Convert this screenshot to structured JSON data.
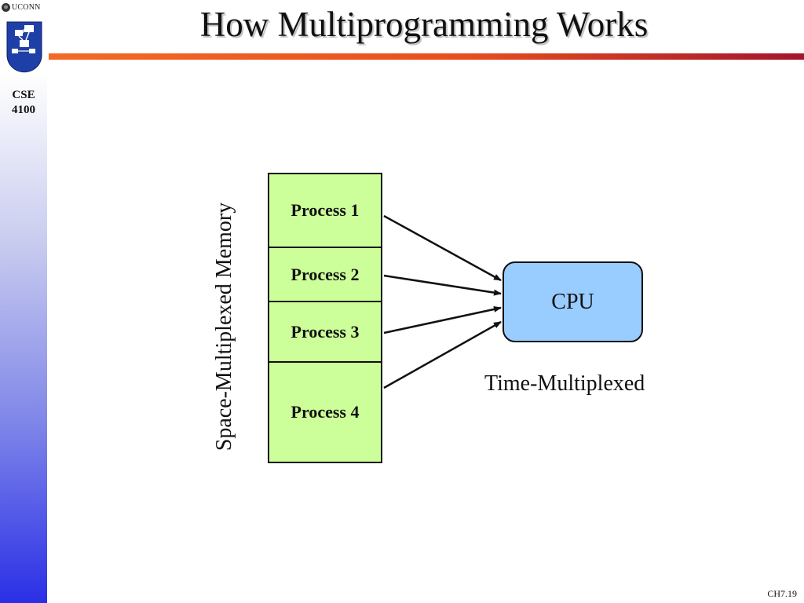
{
  "header": {
    "institution": "UCONN",
    "course": "CSE 4100",
    "title": "How Multiprogramming Works"
  },
  "diagram": {
    "memory_label": "Space-Multiplexed Memory",
    "processes": [
      {
        "label": "Process 1"
      },
      {
        "label": "Process 2"
      },
      {
        "label": "Process 3"
      },
      {
        "label": "Process 4"
      }
    ],
    "cpu_label": "CPU",
    "cpu_note": "Time-Multiplexed"
  },
  "colors": {
    "process_fill": "#ccff99",
    "cpu_fill": "#99ccff",
    "title_rule_start": "#f36a24",
    "title_rule_end": "#a4152c"
  },
  "footer": {
    "slide_number": "CH7.19"
  }
}
